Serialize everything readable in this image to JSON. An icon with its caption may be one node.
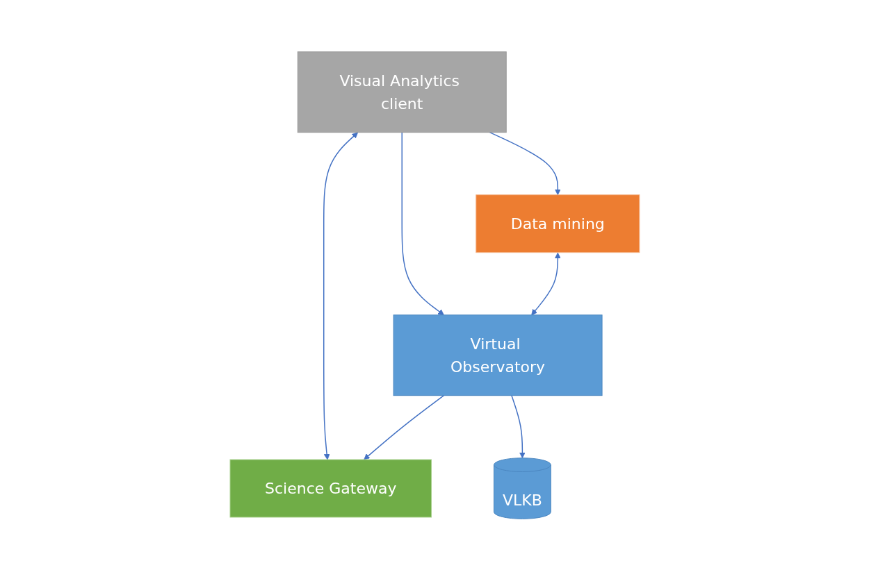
{
  "diagram": {
    "nodes": [
      {
        "text": [
          "Visual Analytics client"
        ]
      },
      {
        "text": [
          "Data mining"
        ]
      },
      {
        "text": [
          "Science Gateway"
        ]
      },
      {
        "text": [
          "Virtual Observatory"
        ]
      },
      {
        "text": [
          "VLKB"
        ]
      }
    ],
    "edges": [
      {
        "from": 0,
        "to": 1,
        "arrow": "to"
      },
      {
        "from": 0,
        "to": 3,
        "arrow": "to"
      },
      {
        "from": 0,
        "to": 2,
        "arrow": "both"
      },
      {
        "from": 1,
        "to": 3,
        "arrow": "both"
      },
      {
        "from": 3,
        "to": 2,
        "arrow": "to"
      },
      {
        "from": 3,
        "to": 4,
        "arrow": "to"
      }
    ]
  }
}
